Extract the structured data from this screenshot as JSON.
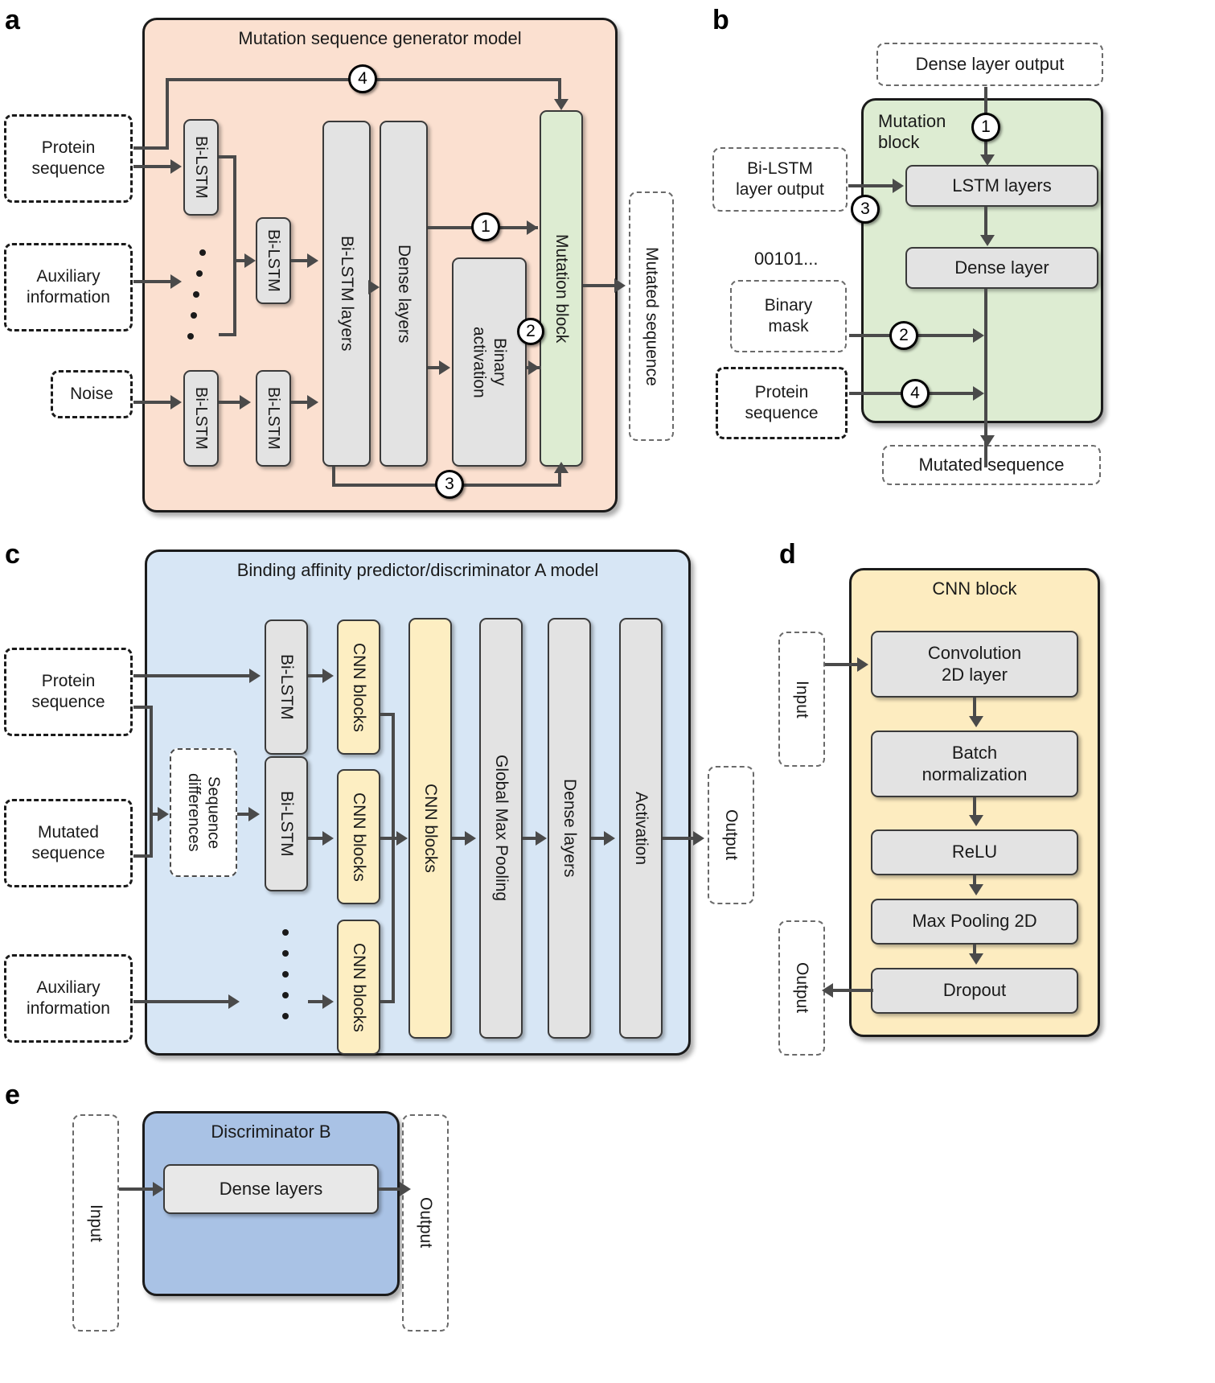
{
  "panels": {
    "a": {
      "letter": "a",
      "title": "Mutation sequence generator model",
      "inputs": [
        {
          "label": "Protein\nsequence"
        },
        {
          "label": "Auxiliary\ninformation"
        },
        {
          "label": "Noise"
        }
      ],
      "layers": {
        "bilstm_top": "Bi-LSTM",
        "bilstm_mid": "Bi-LSTM",
        "bilstm_bot1": "Bi-LSTM",
        "bilstm_bot2": "Bi-LSTM",
        "bilstm_layers": "Bi-LSTM layers",
        "dense_layers": "Dense layers",
        "binary_activation": "Binary\nactivation",
        "mutation_block": "Mutation block"
      },
      "output": "Mutated sequence",
      "markers": [
        "1",
        "2",
        "3",
        "4"
      ]
    },
    "b": {
      "letter": "b",
      "title": "Mutation\nblock",
      "dense_layer_output": "Dense layer output",
      "bilstm_layer_output": "Bi-LSTM\nlayer output",
      "binary_string": "00101...",
      "binary_mask": "Binary\nmask",
      "protein_sequence": "Protein\nsequence",
      "lstm_layers": "LSTM layers",
      "dense_layer": "Dense layer",
      "mutated_sequence": "Mutated sequence",
      "markers": [
        "1",
        "2",
        "3",
        "4"
      ]
    },
    "c": {
      "letter": "c",
      "title": "Binding affinity predictor/discriminator A model",
      "inputs": [
        {
          "label": "Protein\nsequence"
        },
        {
          "label": "Mutated\nsequence"
        },
        {
          "label": "Auxiliary\ninformation"
        }
      ],
      "sequence_differences": "Sequence\ndifferences",
      "bilstm_top": "Bi-LSTM",
      "bilstm_mid": "Bi-LSTM",
      "cnn_blocks_1": "CNN blocks",
      "cnn_blocks_2": "CNN blocks",
      "cnn_blocks_3": "CNN blocks",
      "cnn_blocks_main": "CNN blocks",
      "global_max_pooling": "Global Max Pooling",
      "dense_layers": "Dense layers",
      "activation": "Activation",
      "output": "Output"
    },
    "d": {
      "letter": "d",
      "title": "CNN block",
      "input": "Input",
      "output": "Output",
      "stages": [
        "Convolution\n2D layer",
        "Batch\nnormalization",
        "ReLU",
        "Max Pooling 2D",
        "Dropout"
      ]
    },
    "e": {
      "letter": "e",
      "title": "Discriminator B",
      "input": "Input",
      "output": "Output",
      "dense_layers": "Dense layers"
    }
  },
  "colors": {
    "generator_fill": "#fbe0d0",
    "mutation_block_fill": "#ddecd2",
    "predictor_fill": "#d7e6f5",
    "cnn_block_fill": "#fdecc0",
    "discriminator_b_fill": "#a9c2e5",
    "layer_fill": "#e3e3e3",
    "stroke": "#1b1b1b",
    "arrow": "#4a4a4a"
  }
}
